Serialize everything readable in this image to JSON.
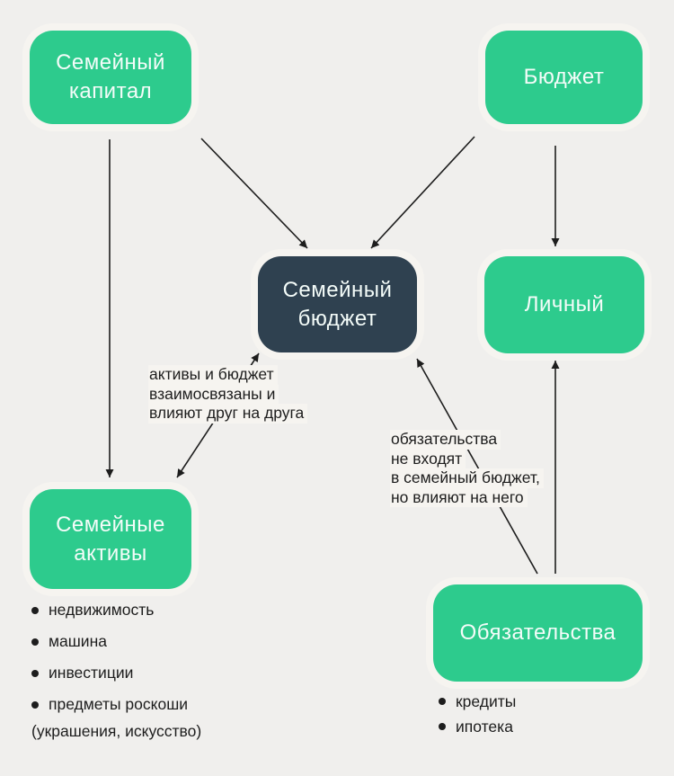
{
  "theme": {
    "background": "#f0efed",
    "node_green": "#2dcb8d",
    "node_dark": "#2f4150",
    "node_text": "#f4fcf9",
    "text_color": "#1d1d1d",
    "arrow_color": "#1d1d1d",
    "annotation_highlight": "#f6f4f0"
  },
  "nodes": {
    "family_capital": {
      "label": "Семейный капитал"
    },
    "budget": {
      "label": "Бюджет"
    },
    "family_budget": {
      "label": "Семейный бюджет"
    },
    "personal": {
      "label": "Личный"
    },
    "family_assets": {
      "label": "Семейные активы"
    },
    "liabilities": {
      "label": "Обязательства"
    }
  },
  "annotations": {
    "assets_budget_link": {
      "lines": [
        "активы и бюджет",
        "взаимосвязаны и",
        "влияют друг на друга"
      ]
    },
    "liabilities_note": {
      "lines": [
        "обязательства",
        "не входят",
        "в семейный бюджет,",
        "но влияют на него"
      ]
    }
  },
  "lists": {
    "family_assets": {
      "items": [
        "недвижимость",
        "машина",
        "инвестиции",
        "предметы роскоши"
      ],
      "note": "(украшения, искусство)"
    },
    "liabilities": {
      "items": [
        "кредиты",
        "ипотека"
      ]
    }
  }
}
